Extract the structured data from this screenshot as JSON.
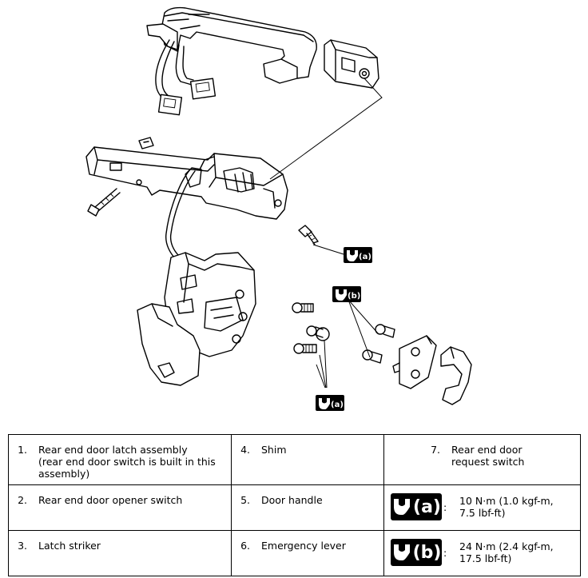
{
  "legend": {
    "item1": {
      "num": "1.",
      "label": "Rear end door latch assembly\n(rear end door switch is built in this\nassembly)"
    },
    "item2": {
      "num": "2.",
      "label": "Rear end door opener switch"
    },
    "item3": {
      "num": "3.",
      "label": "Latch striker"
    },
    "item4": {
      "num": "4.",
      "label": "Shim"
    },
    "item5": {
      "num": "5.",
      "label": "Door handle"
    },
    "item6": {
      "num": "6.",
      "label": "Emergency lever"
    },
    "item7": {
      "num": "7.",
      "label": "Rear end door\nrequest switch"
    },
    "torque_a": {
      "letter": "(a)",
      "colon": ":",
      "value": "10 N·m (1.0 kgf-m,\n7.5 lbf-ft)"
    },
    "torque_b": {
      "letter": "(b)",
      "colon": ":",
      "value": "24 N·m (2.4 kgf-m,\n17.5 lbf-ft)"
    }
  },
  "diagram": {
    "badge_a_label": "(a)",
    "badge_b_label": "(b)",
    "badge_a2_label": "(a)"
  },
  "icons": {
    "torque": "torque-wrench-icon"
  },
  "colors": {
    "ink": "#000000",
    "paper": "#ffffff"
  }
}
